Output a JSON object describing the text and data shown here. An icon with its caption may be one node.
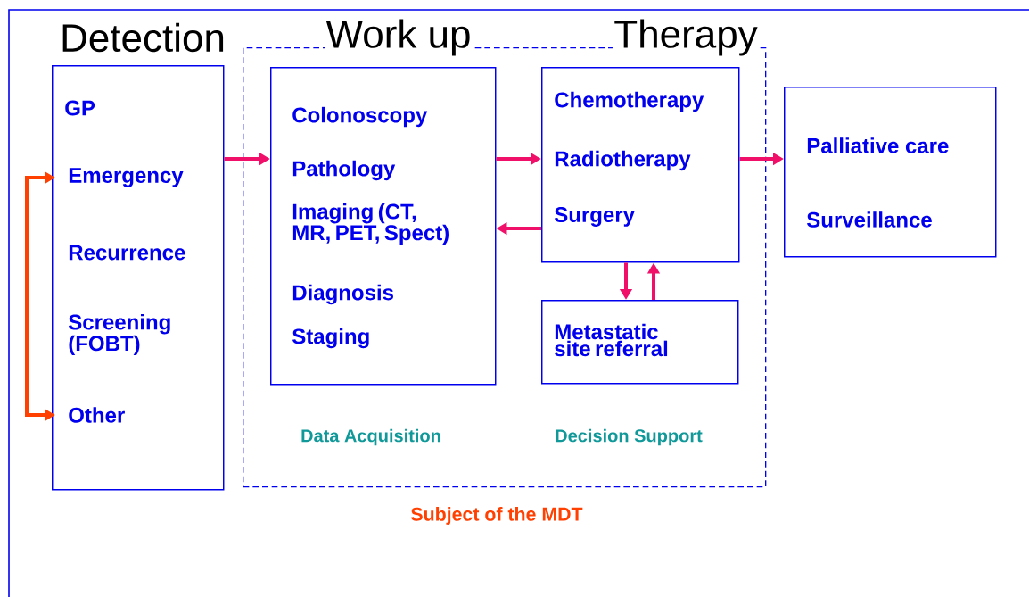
{
  "diagram": {
    "nodes": [
      {
        "text": [
          "Detection",
          "GP",
          "Recurrence",
          "Screening (FOBT)"
        ]
      },
      {
        "text": [
          "Emergency"
        ],
        "in": 0
      },
      {
        "text": [
          "Other"
        ],
        "in": 0
      },
      {
        "text": [
          "Data Acquisition",
          "Decision Support"
        ],
        "beside": [
          "Subject of the MDT"
        ]
      },
      {
        "text": [
          "Work up",
          "Colonoscopy",
          "Pathology",
          "Imaging (CT, MR, PET, Spect)",
          "Diagnosis",
          "Staging"
        ],
        "in": 3
      },
      {
        "text": [
          "Therapy",
          "Chemotherapy",
          "Radiotherapy",
          "Surgery"
        ],
        "in": 3
      },
      {
        "text": [
          "Metastatic site referral"
        ],
        "in": 3
      },
      {
        "text": [
          "Palliative care",
          "Surveillance"
        ]
      }
    ],
    "edges": [
      {
        "from": 1,
        "to": 2,
        "arrow": "both",
        "color": "#ff4000"
      },
      {
        "from": 0,
        "to": 4,
        "arrow": "to"
      },
      {
        "from": 4,
        "to": 5,
        "arrow": "to"
      },
      {
        "from": 5,
        "to": 4,
        "arrow": "to"
      },
      {
        "from": 5,
        "to": 7,
        "arrow": "to"
      },
      {
        "from": 5,
        "to": 6,
        "arrow": "to"
      },
      {
        "from": 6,
        "to": 5,
        "arrow": "to"
      }
    ]
  }
}
